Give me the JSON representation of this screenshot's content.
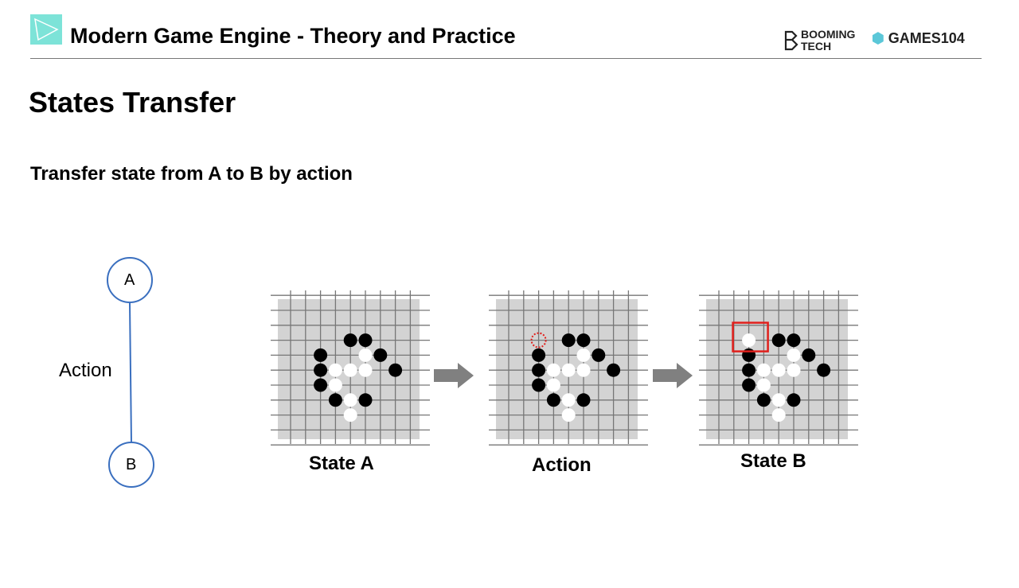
{
  "header": {
    "title": "Modern Game Engine - Theory and Practice",
    "logos": [
      "BOOMING TECH",
      "GAMES104"
    ]
  },
  "slide": {
    "title": "States Transfer",
    "subtitle": "Transfer state from A to B by action"
  },
  "graph": {
    "node_a": "A",
    "node_b": "B",
    "edge_label": "Action"
  },
  "boards": [
    {
      "label": "State A",
      "highlight": null
    },
    {
      "label": "Action",
      "highlight": "dotted-circle"
    },
    {
      "label": "State B",
      "highlight": "square"
    }
  ],
  "stones_base": {
    "black": [
      [
        2,
        4
      ],
      [
        2,
        5
      ],
      [
        3,
        2
      ],
      [
        3,
        6
      ],
      [
        4,
        2
      ],
      [
        4,
        7
      ],
      [
        5,
        2
      ],
      [
        6,
        3
      ],
      [
        6,
        5
      ]
    ],
    "white": [
      [
        3,
        5
      ],
      [
        4,
        3
      ],
      [
        4,
        4
      ],
      [
        4,
        5
      ],
      [
        5,
        3
      ],
      [
        6,
        4
      ],
      [
        7,
        4
      ]
    ]
  },
  "new_stone": {
    "color": "white",
    "pos": [
      2,
      2
    ]
  },
  "colors": {
    "accent": "#7de3d8",
    "highlight": "#e0201c",
    "edge": "#3a6fbf",
    "board": "#d3d3d3"
  }
}
